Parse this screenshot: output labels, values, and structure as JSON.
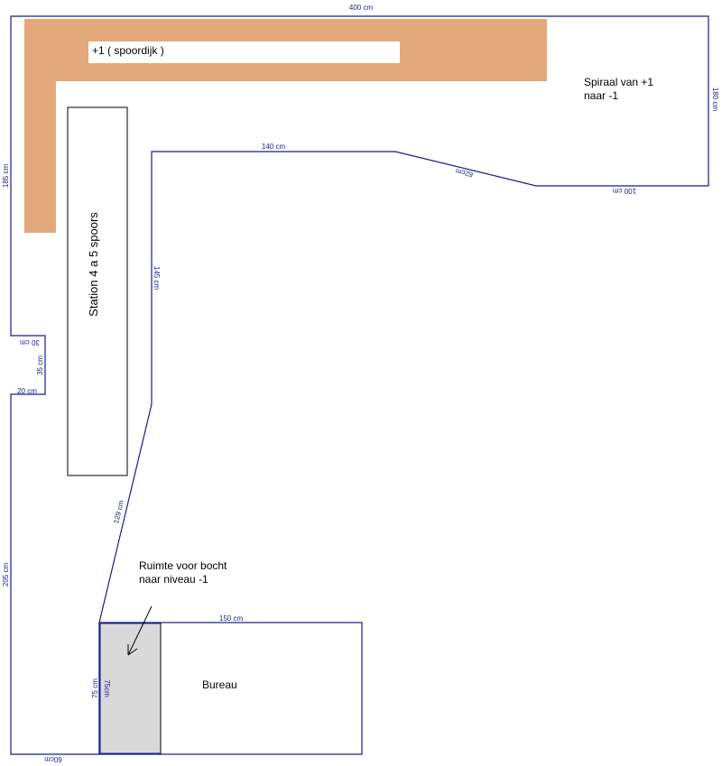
{
  "colors": {
    "outline": "#1a1a8c",
    "embankment": "#e4a97a",
    "shaded_area": "#d9d9d9"
  },
  "labels": {
    "embankment": "+1 ( spoordijk )",
    "spiral_line1": "Spiraal van +1",
    "spiral_line2": "naar -1",
    "station": "Station 4 a 5 spoors",
    "space_line1": "Ruimte voor bocht",
    "space_line2": "naar niveau -1",
    "desk": "Bureau"
  },
  "dimensions": {
    "top": "400 cm",
    "right": "180 cm",
    "left_upper": "185 cm",
    "notch_top": "30 cm",
    "notch_side": "35 cm",
    "notch_bottom": "20 cm",
    "left_lower": "205 cm",
    "bottom": "60cm",
    "inner_top": "140 cm",
    "diagonal": "62cm",
    "right_lower": "100 cm",
    "inner_vertical": "145 cm",
    "lower_diagonal": "129 cm",
    "desk_top": "150 cm",
    "desk_side": "75 cm",
    "desk_side_inner": "75cm"
  }
}
